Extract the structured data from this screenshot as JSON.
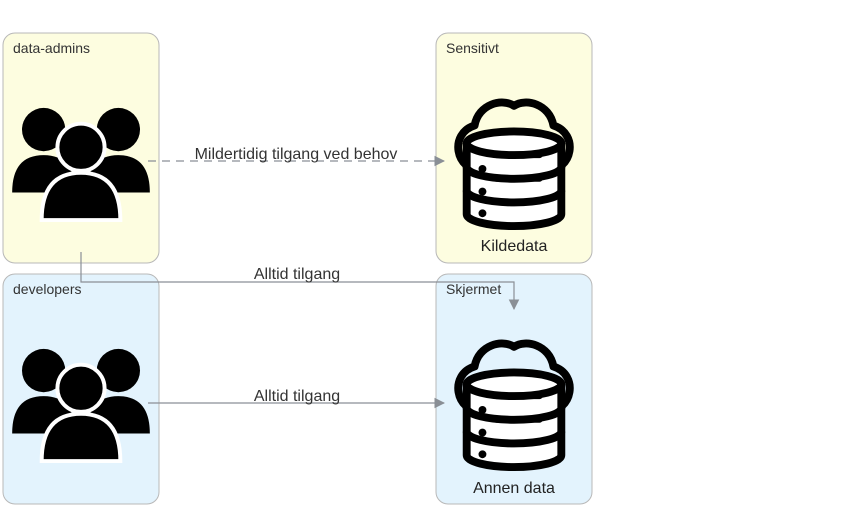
{
  "groups": {
    "data_admins": {
      "label": "data-admins",
      "fill": "#fdfde0"
    },
    "developers": {
      "label": "developers",
      "fill": "#e3f3fd"
    },
    "sensitivt": {
      "label": "Sensitivt",
      "fill": "#fdfde0"
    },
    "skjermet": {
      "label": "Skjermet",
      "fill": "#e3f3fd"
    }
  },
  "nodes": {
    "kildedata": {
      "label": "Kildedata",
      "icon": "cloud-database-icon"
    },
    "annen_data": {
      "label": "Annen data",
      "icon": "cloud-database-icon"
    },
    "admins_users": {
      "icon": "users-group-icon"
    },
    "developers_users": {
      "icon": "users-group-icon"
    }
  },
  "edges": {
    "admins_to_kildedata": {
      "label": "Mildertidig tilgang ved behov",
      "style": "dashed"
    },
    "admins_to_annen": {
      "label": "Alltid tilgang",
      "style": "solid"
    },
    "developers_to_annen": {
      "label": "Alltid tilgang",
      "style": "solid"
    }
  },
  "colors": {
    "group_border": "#b8b8b8",
    "edge": "#8a8f96",
    "icon": "#000000"
  }
}
